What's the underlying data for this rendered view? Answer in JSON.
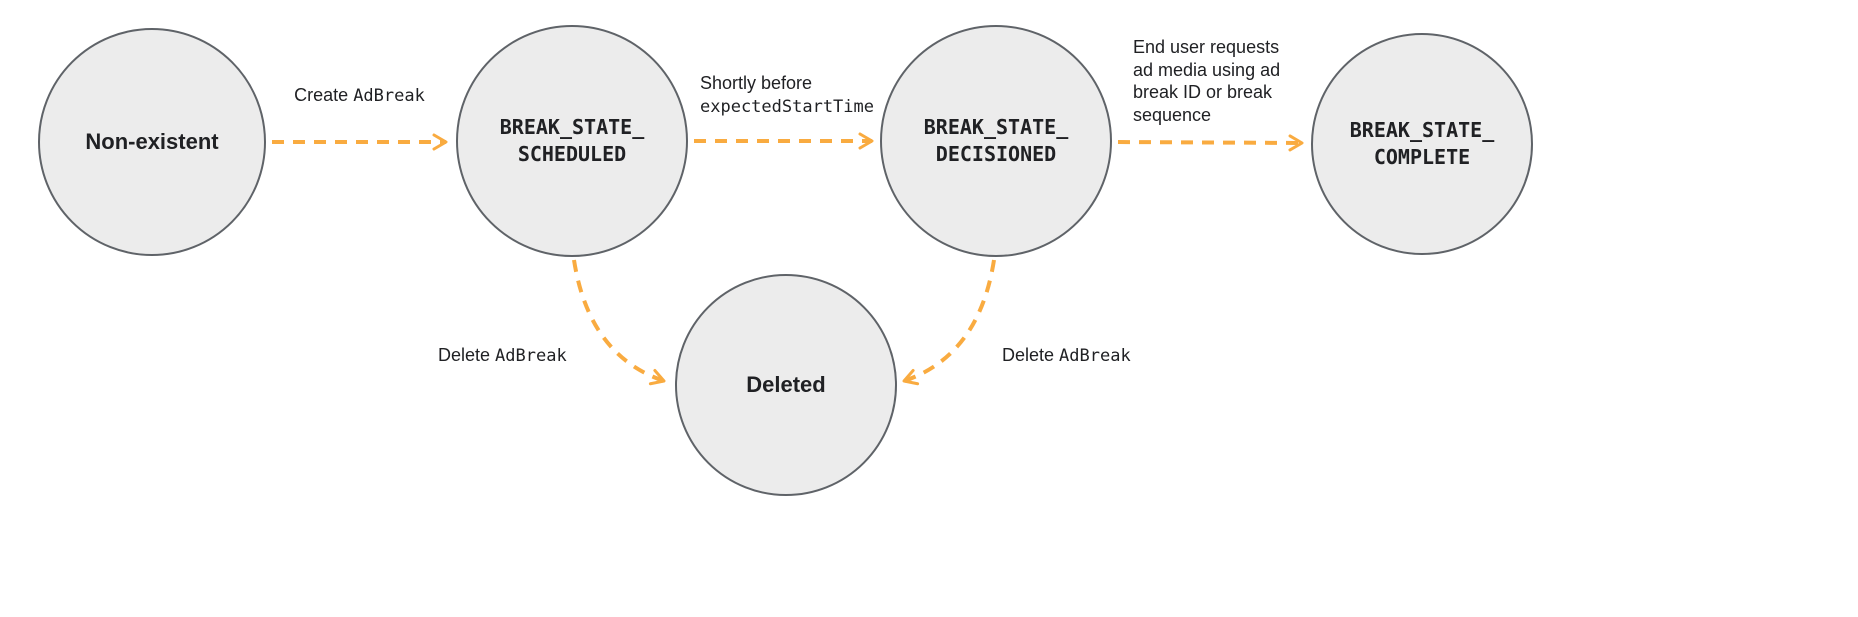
{
  "colors": {
    "node_fill": "#ececec",
    "node_border": "#5f6368",
    "arrow": "#f9ab40"
  },
  "nodes": {
    "non_existent": {
      "label": "Non-existent"
    },
    "scheduled": {
      "label": "BREAK_STATE_\nSCHEDULED"
    },
    "decisioned": {
      "label": "BREAK_STATE_\nDECISIONED"
    },
    "complete": {
      "label": "BREAK_STATE_\nCOMPLETE"
    },
    "deleted": {
      "label": "Deleted"
    }
  },
  "edges": {
    "create": {
      "prefix": "Create ",
      "code": "AdBreak"
    },
    "before_start": {
      "prefix": "Shortly before ",
      "code": "expectedStartTime"
    },
    "end_user": {
      "text": "End user requests ad media using ad break ID or break sequence"
    },
    "delete_scheduled": {
      "prefix": "Delete ",
      "code": "AdBreak"
    },
    "delete_decisioned": {
      "prefix": "Delete ",
      "code": "AdBreak"
    }
  }
}
